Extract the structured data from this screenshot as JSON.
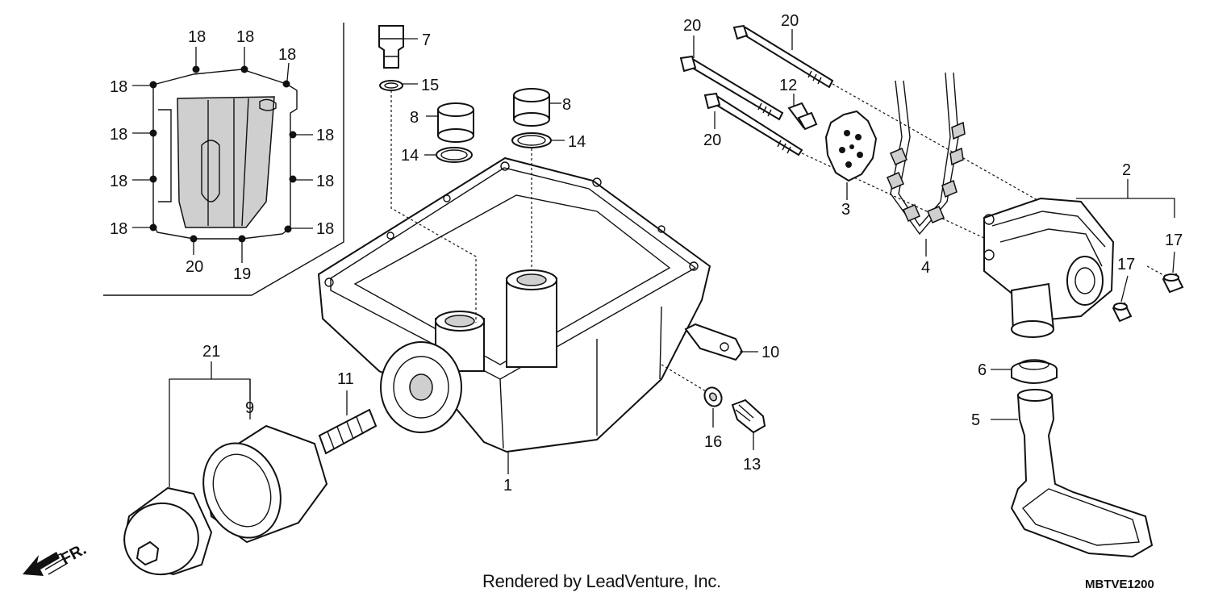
{
  "diagram": {
    "credit": "Rendered by LeadVenture, Inc.",
    "code": "MBTVE1200",
    "front_marker": "FR.",
    "callouts": {
      "c1": "1",
      "c2": "2",
      "c3": "3",
      "c4": "4",
      "c5": "5",
      "c6": "6",
      "c7": "7",
      "c8": "8",
      "c9": "9",
      "c10": "10",
      "c11": "11",
      "c12": "12",
      "c13": "13",
      "c14": "14",
      "c15": "15",
      "c16": "16",
      "c17": "17",
      "c18": "18",
      "c19": "19",
      "c20": "20",
      "c21": "21"
    }
  }
}
